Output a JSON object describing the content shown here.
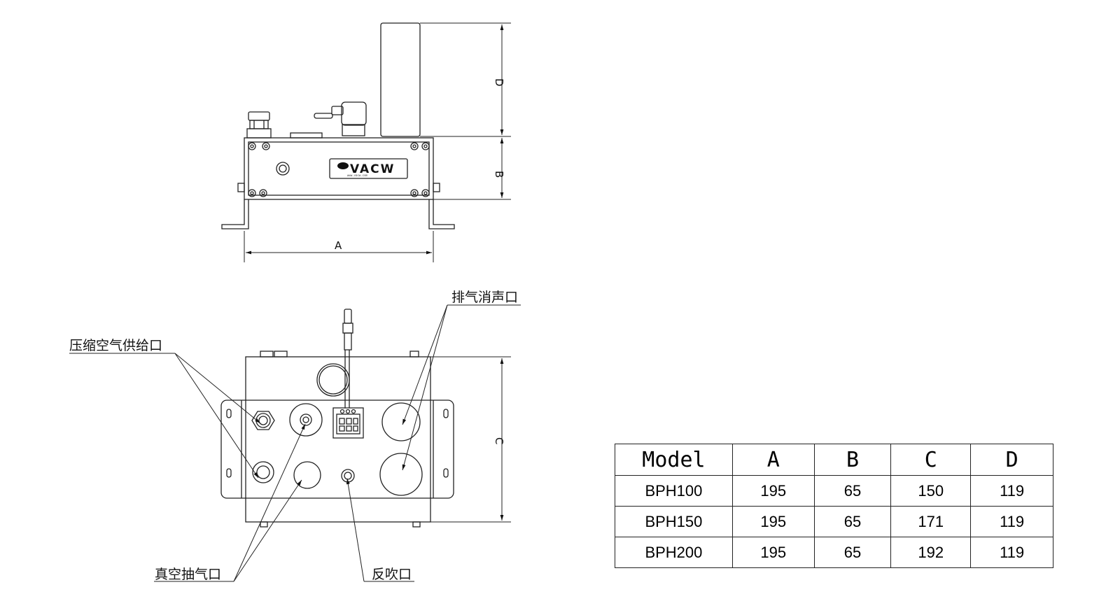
{
  "dimension_labels": {
    "a": "A",
    "b": "B",
    "c": "C",
    "d": "D"
  },
  "logo": {
    "text": "VACW",
    "subtext": "www.vacw.com"
  },
  "callouts": {
    "compressed_air_inlet": "压缩空气供给口",
    "exhaust_muffler": "排气消声口",
    "vacuum_suction": "真空抽气口",
    "blow_off": "反吹口"
  },
  "table": {
    "headers": [
      "Model",
      "A",
      "B",
      "C",
      "D"
    ],
    "rows": [
      [
        "BPH100",
        "195",
        "65",
        "150",
        "119"
      ],
      [
        "BPH150",
        "195",
        "65",
        "171",
        "119"
      ],
      [
        "BPH200",
        "195",
        "65",
        "192",
        "119"
      ]
    ]
  }
}
